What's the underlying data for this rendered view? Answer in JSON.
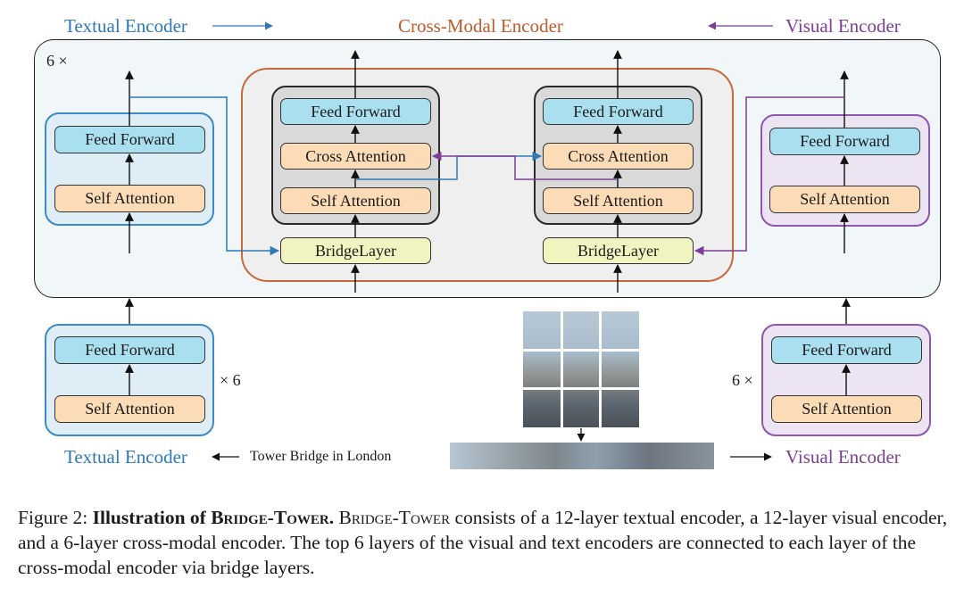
{
  "headers": {
    "textual_encoder": "Textual Encoder",
    "cross_modal_encoder": "Cross-Modal Encoder",
    "visual_encoder": "Visual Encoder"
  },
  "labels": {
    "top_repeat": "6 ×",
    "text_repeat": "× 6",
    "visual_repeat": "6 ×",
    "feed_forward": "Feed Forward",
    "self_attention": "Self Attention",
    "cross_attention": "Cross Attention",
    "bridge_layer": "BridgeLayer"
  },
  "inputs": {
    "text_sentence": "Tower Bridge in London"
  },
  "colors": {
    "text_blue": "#2e78b7",
    "cross_orange": "#c15a2b",
    "visual_purple": "#7d3d96",
    "feed_forward_fill": "#a9dfef",
    "self_attention_fill": "#fbdcb7",
    "bridge_fill": "#f1f4bf"
  },
  "caption": {
    "lead": "Figure 2: ",
    "bold_title_1": "Illustration of ",
    "bold_title_2": "Bridge-Tower.",
    "model_name": "Bridge-Tower",
    "body": " consists of a 12-layer textual encoder, a 12-layer visual encoder, and a 6-layer cross-modal encoder. The top 6 layers of the visual and text encoders are connected to each layer of the cross-modal encoder via bridge layers."
  }
}
